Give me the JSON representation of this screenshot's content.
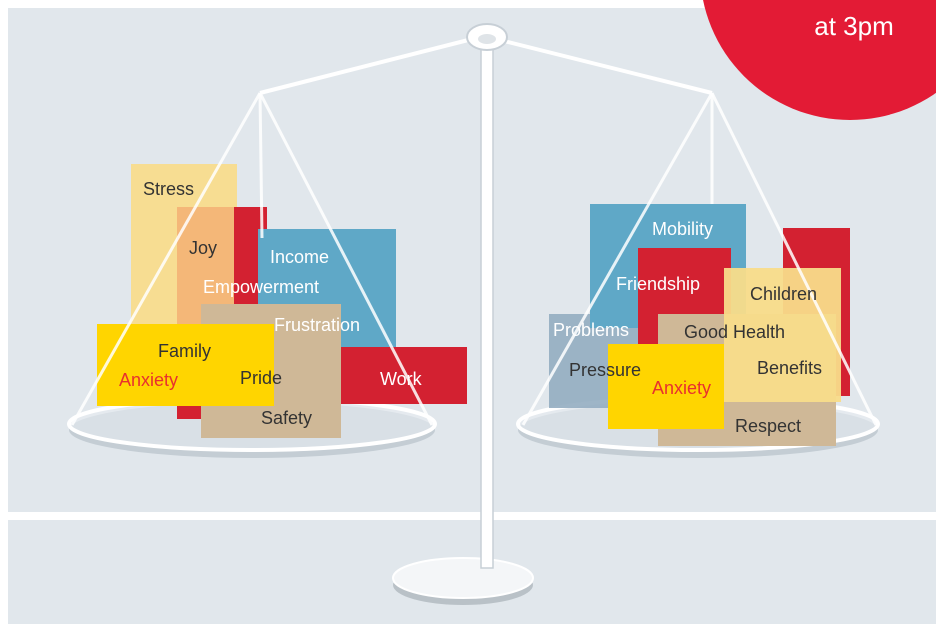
{
  "badge": {
    "text": "at 3pm"
  },
  "left_pan": {
    "words": [
      "Stress",
      "Joy",
      "Income",
      "Empowerment",
      "Frustration",
      "Family",
      "Anxiety",
      "Pride",
      "Work",
      "Safety"
    ]
  },
  "right_pan": {
    "words": [
      "Mobility",
      "Friendship",
      "Children",
      "Problems",
      "Good Health",
      "Pressure",
      "Anxiety",
      "Benefits",
      "Respect"
    ]
  },
  "colors": {
    "panel_background": "#e1e7ec",
    "badge_red": "#e31b35",
    "block_red": "#d32131",
    "block_blue": "#5fa8c7",
    "block_yellow": "#ffd500",
    "block_light_yellow": "#f8dc8a",
    "block_orange": "#f5c07c",
    "block_tan": "#cfb897",
    "block_steel": "#93adc1",
    "highlight_text": "#e8302e"
  }
}
